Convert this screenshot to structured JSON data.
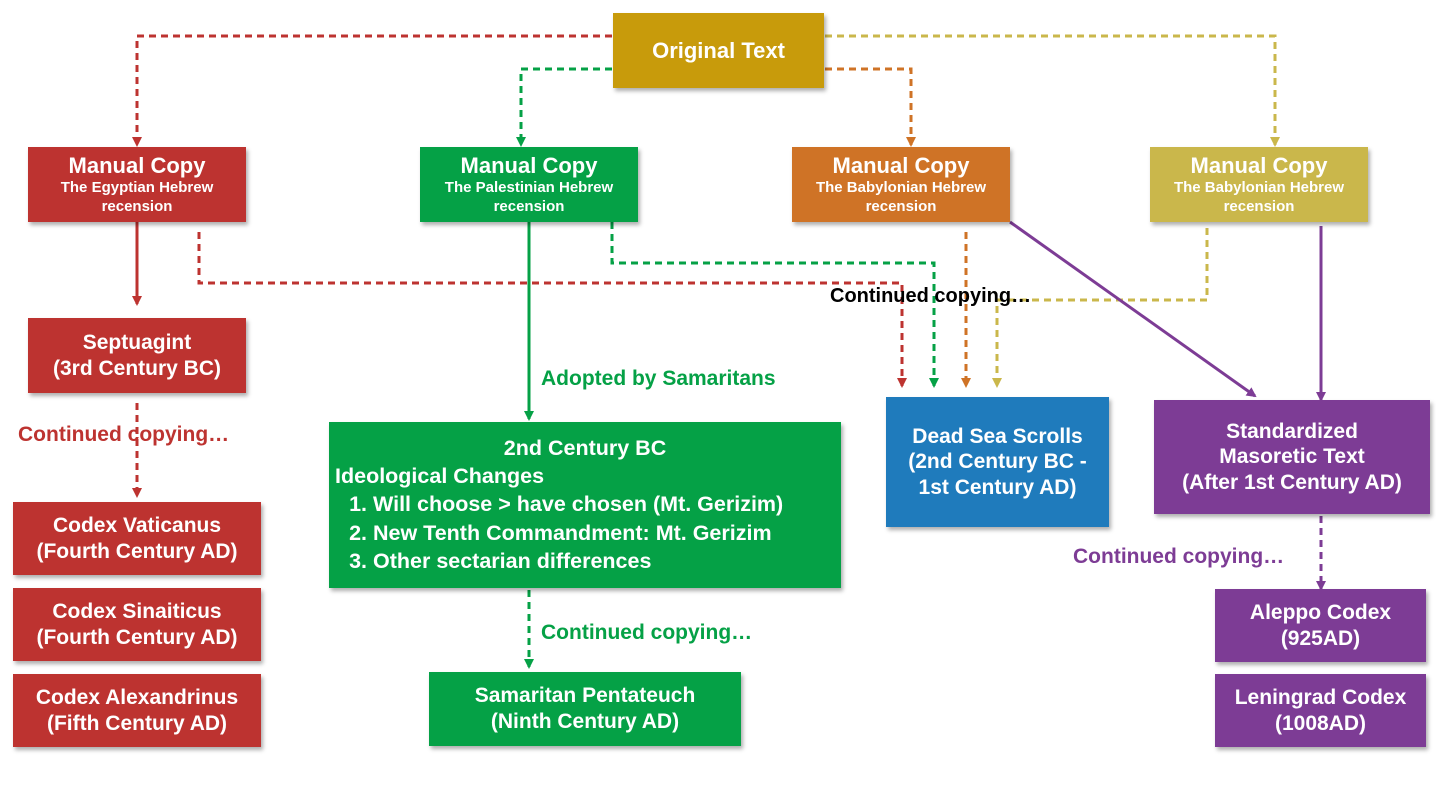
{
  "original": {
    "label": "Original Text"
  },
  "recensions": [
    {
      "title": "Manual Copy",
      "subtitle_line1": "The Egyptian Hebrew",
      "subtitle_line2": "recension"
    },
    {
      "title": "Manual Copy",
      "subtitle_line1": "The Palestinian Hebrew",
      "subtitle_line2": "recension"
    },
    {
      "title": "Manual Copy",
      "subtitle_line1": "The Babylonian Hebrew",
      "subtitle_line2": "recension"
    },
    {
      "title": "Manual Copy",
      "subtitle_line1": "The Babylonian Hebrew",
      "subtitle_line2": "recension"
    }
  ],
  "egyptian": {
    "septuagint": {
      "line1": "Septuagint",
      "line2": "(3rd Century BC)"
    },
    "continued_label": "Continued copying…",
    "codices": [
      {
        "line1": "Codex Vaticanus",
        "line2": "(Fourth Century AD)"
      },
      {
        "line1": "Codex Sinaiticus",
        "line2": "(Fourth Century AD)"
      },
      {
        "line1": "Codex Alexandrinus",
        "line2": "(Fifth Century AD)"
      }
    ]
  },
  "palestinian": {
    "adopted_label": "Adopted by Samaritans",
    "ideological": {
      "heading": "2nd Century BC",
      "subheading": "Ideological Changes",
      "items": [
        "Will choose > have chosen (Mt. Gerizim)",
        "New Tenth Commandment: Mt. Gerizim",
        "Other sectarian differences"
      ]
    },
    "continued_label": "Continued copying…",
    "pentateuch": {
      "line1": "Samaritan Pentateuch",
      "line2": "(Ninth Century AD)"
    }
  },
  "dead_sea": {
    "continued_label": "Continued copying…",
    "box": {
      "line1": "Dead Sea Scrolls",
      "line2": "(2nd Century BC -",
      "line3": "1st Century AD)"
    }
  },
  "masoretic": {
    "box": {
      "line1": "Standardized",
      "line2": "Masoretic Text",
      "line3": "(After 1st Century AD)"
    },
    "continued_label": "Continued copying…",
    "codices": [
      {
        "line1": "Aleppo Codex",
        "line2": "(925AD)"
      },
      {
        "line1": "Leningrad Codex",
        "line2": "(1008AD)"
      }
    ]
  },
  "colors": {
    "red": "#bd3330",
    "green": "#05a146",
    "orange": "#cf7326",
    "yellow": "#cab74b",
    "gold": "#c89b0b",
    "blue": "#1f7bbc",
    "purple": "#7d3c95",
    "black": "#000000"
  }
}
